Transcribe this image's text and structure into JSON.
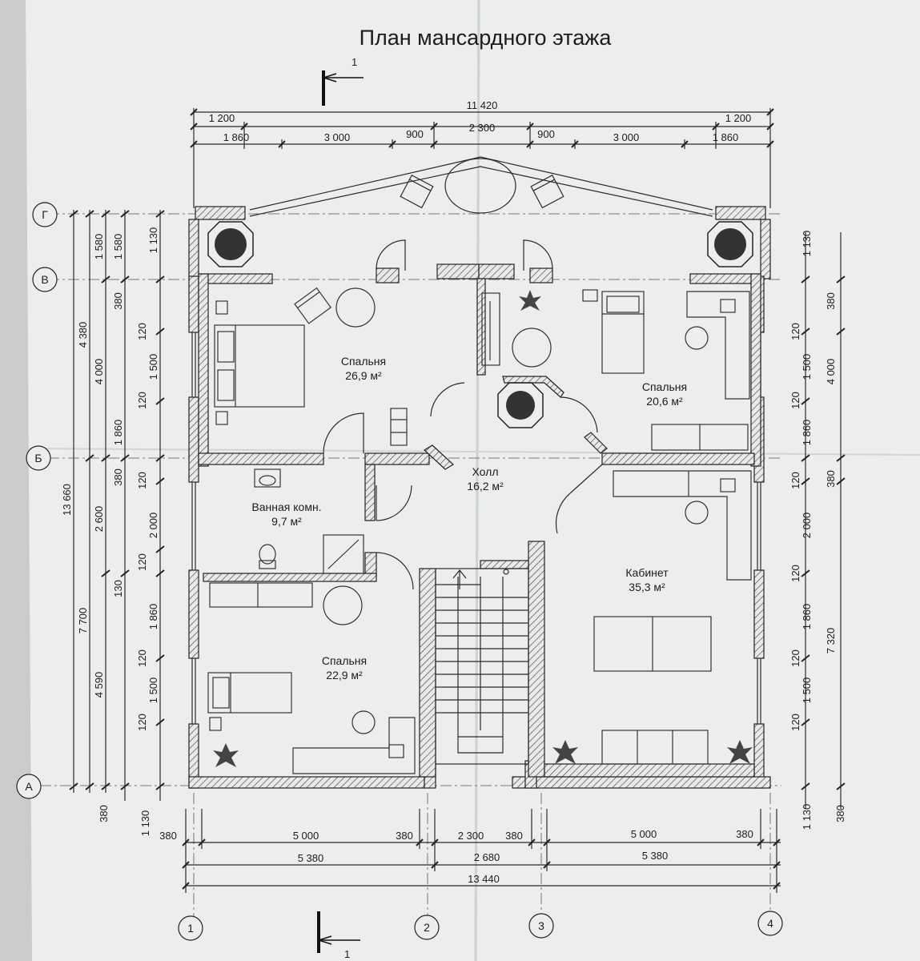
{
  "title": "План мансардного этажа",
  "section_mark": "1",
  "axes": {
    "letters": [
      "Г",
      "В",
      "Б",
      "А"
    ],
    "numbers": [
      "1",
      "2",
      "3",
      "4"
    ]
  },
  "dims": {
    "top_total": "11 420",
    "top_row1": [
      "1 200",
      "2 300",
      "1 200"
    ],
    "top_row2": [
      "1 860",
      "3 000",
      "900",
      "900",
      "3 000",
      "1 860"
    ],
    "bottom_row1": [
      "380",
      "5 000",
      "380",
      "2 300",
      "380",
      "5 000",
      "380"
    ],
    "bottom_row2": [
      "5 380",
      "2 680",
      "5 380"
    ],
    "bottom_total": "13 440",
    "left_total": "13 660",
    "left_col2": [
      "4 380",
      "7 700"
    ],
    "left_col3": [
      "1 580",
      "4 000",
      "2 600",
      "4 590",
      "380"
    ],
    "left_col4": [
      "1 580",
      "380",
      "1 860",
      "380",
      "130",
      "1 130"
    ],
    "left_col5": [
      "1 130",
      "120",
      "1 500",
      "120",
      "120",
      "2 000",
      "120",
      "1 860",
      "120",
      "1 500",
      "120"
    ],
    "right_total": "7 320",
    "right_col1": [
      "1 130",
      "120",
      "1 500",
      "120",
      "120",
      "2 000",
      "120",
      "1 860",
      "120",
      "1 500",
      "120",
      "1 130"
    ],
    "right_col2": [
      "380",
      "4 000",
      "1 860",
      "380",
      "380"
    ]
  },
  "rooms": [
    {
      "name": "Спальня",
      "area": "26,9 м²"
    },
    {
      "name": "Спальня",
      "area": "20,6 м²"
    },
    {
      "name": "Холл",
      "area": "16,2 м²"
    },
    {
      "name": "Ванная комн.",
      "area": "9,7 м²"
    },
    {
      "name": "Кабинет",
      "area": "35,3 м²"
    },
    {
      "name": "Спальня",
      "area": "22,9 м²"
    }
  ]
}
